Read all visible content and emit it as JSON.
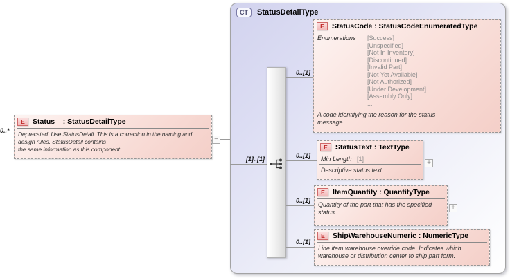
{
  "root_element": {
    "badge": "E",
    "title": "Status    : StatusDetailType",
    "cardinality": "0..*",
    "annotation": "Deprecated:  Use StatusDetail.  This is a correction in the naming and\ndesign rules.  StatusDetail contains\nthe same information as this component.",
    "collapse_glyph": "−"
  },
  "complex_type": {
    "badge": "CT",
    "title": "StatusDetailType",
    "compositor": {
      "kind": "sequence",
      "cardinality": "[1]..[1]"
    },
    "children": [
      {
        "badge": "E",
        "title": "StatusCode : StatusCodeEnumeratedType",
        "cardinality": "0..[1]",
        "facet_name": "Enumerations",
        "enumerations": [
          "[Success]",
          "[Unspecified]",
          "[Not In Inventory]",
          "[Discontinued]",
          "[Invalid Part]",
          "[Not Yet Available]",
          "[Not Authorized]",
          "[Under Development]",
          "[Assembly Only]",
          "..."
        ],
        "annotation": "A code identifying the reason for the status\nmessage."
      },
      {
        "badge": "E",
        "title": "StatusText : TextType",
        "cardinality": "0..[1]",
        "facet_name": "Min Length",
        "facet_value": "[1]",
        "annotation": "Descriptive status text.",
        "expand_glyph": "+"
      },
      {
        "badge": "E",
        "title": "ItemQuantity : QuantityType",
        "cardinality": "0..[1]",
        "annotation": "Quantity of the part that has the specified\nstatus.",
        "expand_glyph": "+"
      },
      {
        "badge": "E",
        "title": "ShipWarehouseNumeric : NumericType",
        "cardinality": "0..[1]",
        "annotation": "Line item warehouse override code. Indicates which\nwarehouse or distribution center to ship part form."
      }
    ]
  },
  "colors": {
    "container_fill": "#d2d3ee",
    "element_fill": "#f4cfc8",
    "badge_red": "#c02828",
    "connector": "#9a9a9a"
  }
}
